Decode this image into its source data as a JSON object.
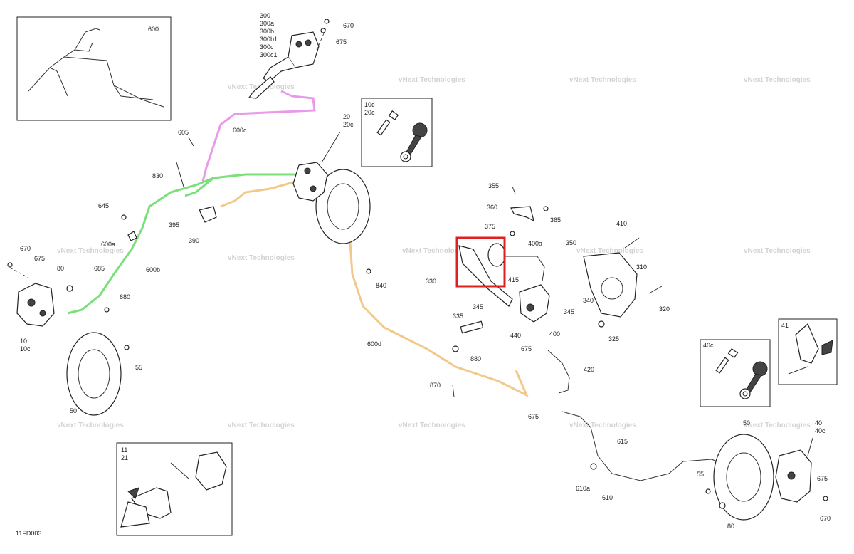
{
  "diagram_id": "11FD003",
  "watermark": "vNext Technologies",
  "labels": {
    "l600": "600",
    "l300": "300",
    "l300a": "300a",
    "l300b": "300b",
    "l300b1": "300b1",
    "l300c": "300c",
    "l300c1": "300c1",
    "l670a": "670",
    "l675a": "675",
    "l10c_box": "10c",
    "l20c_box": "20c",
    "l20": "20",
    "l20c": "20c",
    "l600c": "600c",
    "l605": "605",
    "l830": "830",
    "l645": "645",
    "l395": "395",
    "l390": "390",
    "l600a": "600a",
    "l600b": "600b",
    "l670b": "670",
    "l675b": "675",
    "l80a": "80",
    "l685": "685",
    "l680": "680",
    "l10": "10",
    "l10c": "10c",
    "l55a": "55",
    "l50a": "50",
    "l11": "11",
    "l21": "21",
    "l840": "840",
    "l600d": "600d",
    "l880": "880",
    "l870": "870",
    "l355": "355",
    "l360": "360",
    "l365": "365",
    "l375": "375",
    "l400a": "400a",
    "l330": "330",
    "l415": "415",
    "l335": "335",
    "l345a": "345",
    "l345b": "345",
    "l440": "440",
    "l400": "400",
    "l675c": "675",
    "l420": "420",
    "l675d": "675",
    "l410": "410",
    "l350": "350",
    "l310": "310",
    "l340": "340",
    "l320": "320",
    "l325": "325",
    "l41": "41",
    "l40c_box": "40c",
    "l50b": "50",
    "l40": "40",
    "l40c": "40c",
    "l615": "615",
    "l55b": "55",
    "l675e": "675",
    "l610a": "610a",
    "l610": "610",
    "l80b": "80",
    "l670c": "670"
  },
  "colors": {
    "line_green": "#7be07b",
    "line_pink": "#e89ae8",
    "line_orange": "#f2c98a",
    "highlight_red": "#e02020"
  }
}
